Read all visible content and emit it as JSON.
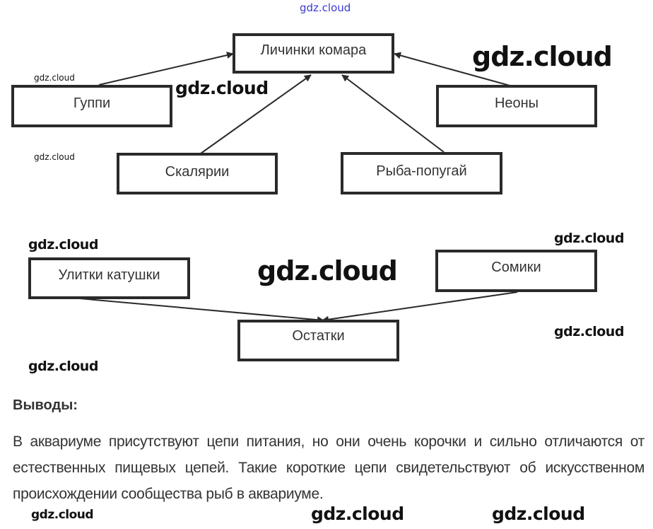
{
  "diagram1": {
    "center": "Личинки комара",
    "nodes": [
      "Гуппи",
      "Скалярии",
      "Рыба-попугай",
      "Неоны"
    ],
    "edges": [
      {
        "from": "Гуппи",
        "to": "Личинки комара"
      },
      {
        "from": "Скалярии",
        "to": "Личинки комара"
      },
      {
        "from": "Рыба-попугай",
        "to": "Личинки комара"
      },
      {
        "from": "Неоны",
        "to": "Личинки комара"
      }
    ]
  },
  "diagram2": {
    "center": "Остатки",
    "nodes": [
      "Улитки катушки",
      "Сомики"
    ],
    "edges": [
      {
        "from": "Улитки катушки",
        "to": "Остатки"
      },
      {
        "from": "Сомики",
        "to": "Остатки"
      }
    ]
  },
  "conclusions": {
    "heading": "Выводы:",
    "text": "В аквариуме присутствуют цепи питания, но они очень корочки и сильно отличаются от естественных пищевых цепей. Такие короткие цепи свидетельствуют об искусственном происхождении сообщества рыб в аквариуме."
  },
  "watermark": "gdz.cloud",
  "colors": {
    "border": "#2a2a2a",
    "text": "#333333",
    "link_watermark": "#3a3ad0"
  }
}
